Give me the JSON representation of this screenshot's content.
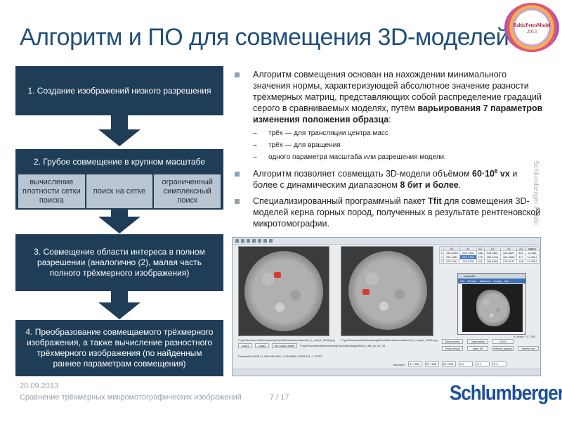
{
  "title": "Алгоритм и ПО для совмещения 3D-моделей",
  "logo": {
    "line1": "BalticPetroModel",
    "line2": "2013"
  },
  "side_label": [
    "Schlumberger",
    "Public"
  ],
  "flow": {
    "step1": "1. Создание изображений низкого разрешения",
    "step2": {
      "title": "2. Грубое совмещение в крупном масштабе",
      "subs": [
        "вычисление плотности сетки поиска",
        "поиск на сетке",
        "ограниченный симплексный поиск"
      ]
    },
    "step3": "3. Совмещение области интереса в полном разрешении (аналогично (2), малая часть полного трёхмерного изображения)",
    "step4": "4. Преобразование совмещаемого трёхмерного изображения, а также вычисление разностного трёхмерного изображения (по найденным раннее параметрам совмещения)"
  },
  "bullets": {
    "b1_pre": "Алгоритм совмещения основан на нахождении минимального значения нормы, характеризующей абсолютное значение разности трёхмерных матриц, представляющих собой распределение градаций серого в сравниваемых моделях, путём ",
    "b1_bold": "варьирования 7 параметров изменения положения образца",
    "b1_post": ":",
    "subs": [
      "трёх — для трансляции центра масс",
      "трёх — для вращения",
      "одного параметра масштаба или разрешения модели."
    ],
    "b2_pre": "Алгоритм позволяет совмещать 3D-модели объёмом ",
    "b2_bold1a": "60·10",
    "b2_sup": "6",
    "b2_bold1b": " vx",
    "b2_mid": " и более с динамическим диапазоном ",
    "b2_bold2": "8 бит и более",
    "b2_post": ".",
    "b3_pre": "Специализированный программный пакет ",
    "b3_bold": "Tfit",
    "b3_post": " для совмещения 3D-моделей керна горных пород, полученных в результате рентгеновской микротомографии."
  },
  "screenshot": {
    "table_headers": [
      "",
      "X1",
      "Y1",
      "Z1",
      "X2",
      "Y2",
      "Z2",
      "sigma"
    ],
    "table_rows": [
      [
        "1",
        "416.5098",
        "226.7363",
        "456",
        "934.9807",
        "426.4827",
        "329",
        "3.1386"
      ],
      [
        "2",
        "233.1684",
        "232.7366",
        "478",
        "382.6218",
        "330.3589",
        "317",
        "11.9661"
      ],
      [
        "3",
        "420.3411",
        "729.3793",
        "511",
        "194.5451",
        "276.8747",
        "138",
        "11.2567"
      ]
    ],
    "popup_title": "viewer3d",
    "popup_menu": [
      "File",
      "Render",
      "Measure",
      "Config",
      "Info"
    ],
    "left_path": "F:\\gre\\Documents\\Developing\\Tomo\\3tools\\reconstructed_1_corp\\1_0008.png",
    "right_path": "F:\\gre\\Documents\\Developing\\Tomo\\3tools\\reconstructed_2_corp\\2_0048.png",
    "buttons": [
      "Load1",
      "Load2",
      "Set output folder",
      "Save points",
      "Load points",
      "GoTo",
      "Show result",
      "start_Fit",
      "refresh_approx",
      "delete row"
    ],
    "params_label": "Params",
    "params_values": [
      "-145.8996",
      "21.4836",
      "98.3561",
      "-0.4209864",
      "0.0981378",
      "-1.75793"
    ],
    "tolerance_label": "Tolerance",
    "tolerance_values": [
      "87.7845",
      "87.7845",
      "87.7845",
      "0.4",
      "0.4",
      "0.4"
    ],
    "scale_label": "B_scale = 4.7790"
  },
  "footer": {
    "date": "20.09.2013",
    "caption": "Сравнение трёхмерных микромотографических изображений",
    "page": "7 / 17",
    "brand": "Schlumberger"
  },
  "colors": {
    "title": "#1f4e79",
    "flow_box": "#1f3d57",
    "flow_sub": "#b9c5d1",
    "brand": "#1c4f9c"
  }
}
